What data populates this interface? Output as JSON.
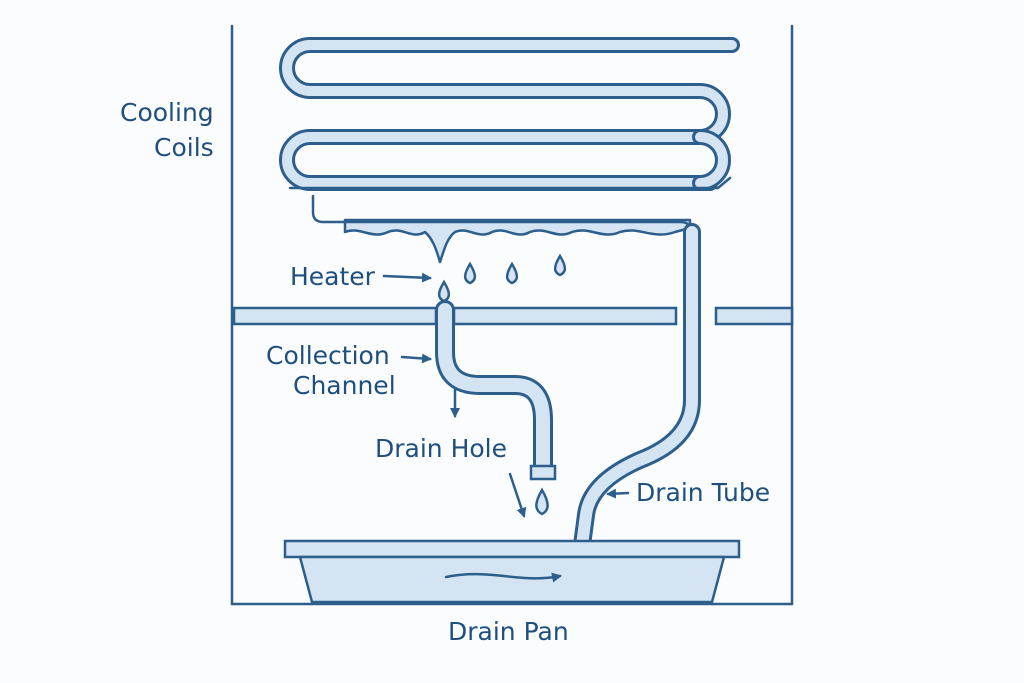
{
  "labels": {
    "cooling_coils_line1": "Cooling",
    "cooling_coils_line2": "Coils",
    "heater": "Heater",
    "collection_channel_line1": "Collection",
    "collection_channel_line2": "Channel",
    "drain_hole": "Drain Hole",
    "drain_tube": "Drain Tube",
    "drain_pan": "Drain Pan"
  },
  "colors": {
    "stroke": "#2d5f8c",
    "fill": "#d4e4f2",
    "text": "#1e4f7e",
    "background": "#fbfcfd"
  }
}
